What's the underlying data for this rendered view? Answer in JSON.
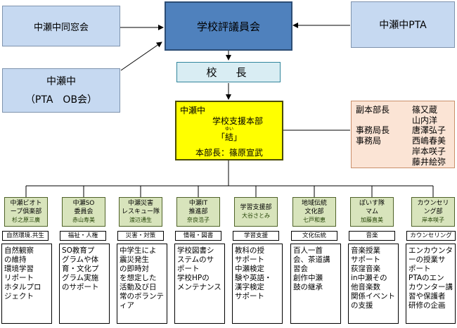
{
  "nodes": {
    "alumni": "中瀬中同窓会",
    "council": "学校評議員会",
    "pta": "中瀬中PTA",
    "pta_ob_line1": "中瀬中",
    "pta_ob_line2": "（PTA　OB会）",
    "principal": "校　長"
  },
  "hq": {
    "school": "中瀬中",
    "name": "学校支援本部",
    "ruby": "ゆい",
    "nickname": "「結」",
    "head": "本部長：篠原宣武"
  },
  "officers": {
    "vice_label": "副本部長",
    "vice_names": [
      "篠又蔵",
      "山内洋"
    ],
    "office_head_label": "事務局長",
    "office_head_name": "唐澤弘子",
    "office_label": "事務局",
    "office_names": [
      "西嶋春美",
      "岸本咲子",
      "藤井絵弥"
    ]
  },
  "departments": [
    {
      "line1": "中瀬ビオト",
      "line2": "ープ倶楽部",
      "leader": "杉之原三廣",
      "area": "自然環境.共生",
      "activities": "自然観察\nの維持\n環境学習\nリポート\nホタルプロ\nジェクト"
    },
    {
      "line1": "中瀬SO",
      "line2": "委員会",
      "leader": "赤山寿美",
      "area": "福祉・人権",
      "activities": "SO教育プ\nグラムや体\n育・文化プ\nグラム実施\nのサポート"
    },
    {
      "line1": "中瀬災害",
      "line2": "レスキュー隊",
      "leader": "渡辺通生",
      "area": "災害・対策",
      "activities": "中学生によ\n震災発生\nの即時対\nを想定した\n活動及び日\n常のボランテ\nィア"
    },
    {
      "line1": "中瀬IT",
      "line2": "推進部",
      "leader": "奈良浩子",
      "area": "情報・図書",
      "activities": "学校図書シ\nステムのサ\nポート\n学校HPの\nメンテナンス"
    },
    {
      "line1": "学習支援部",
      "line2": "",
      "leader": "大谷さとみ",
      "area": "学習支援",
      "activities": "教科の授\nサポート\n中瀬検定\n験や英語・\n漢字検定\nサポート"
    },
    {
      "line1": "地域伝統",
      "line2": "文化部",
      "leader": "七戸和恵",
      "area": "文化伝統",
      "activities": "百人一首\n会、茶道講\n習会\n創作中瀬\n鼓の継承"
    },
    {
      "line1": "ぽいす隊",
      "line2": "マム",
      "leader": "加藤直美",
      "area": "音楽",
      "activities": "音楽授業\nサポート\n荻窪音楽\nin中瀬その\n他音楽数\n関係イベント\nの支援"
    },
    {
      "line1": "カウンセリ",
      "line2": "ング部",
      "leader": "岸本咲子",
      "area": "カウンセリング",
      "activities": "エンカウンタ\nーの授業サ\nポート\nPTAのエン\nカウンター講\n習や保護者\n研修の企画"
    }
  ],
  "colors": {
    "council": "#4f81bd",
    "hq": "#ffff00",
    "dept": "#d8e4bc",
    "officers": "#fbe4d5",
    "node": "#c6d9f1"
  }
}
